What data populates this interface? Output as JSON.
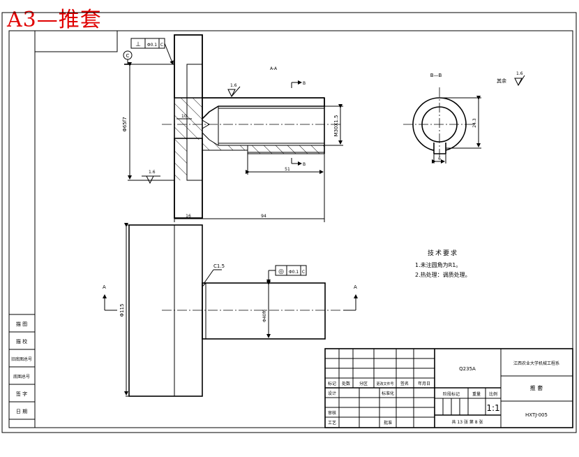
{
  "sheet": {
    "banner": "A3—推套",
    "code_box_value": ""
  },
  "view_top": {
    "section_label": "A-A",
    "section_b_label": "B",
    "section_b_label_2": "B",
    "dim_flange_dia": "Φ65f7",
    "dim_flange_thickness": "16",
    "dim_total_length": "94",
    "dim_thread_length": "51",
    "dim_small": "10",
    "thread_spec": "M30X1.5",
    "roughness_1": "1.6",
    "roughness_2": "1.6",
    "gdt_symbol": "⊥",
    "gdt_value": "Φ0.1",
    "gdt_datum": "C",
    "datum_label": "C"
  },
  "view_bb": {
    "section_label": "B—B",
    "dim_flat": "24.3",
    "dim_key": "6"
  },
  "roughness_rest": {
    "label": "其余",
    "value": "1.6"
  },
  "view_front": {
    "section_a_left": "A",
    "section_a_right": "A",
    "dim_left_dia": "Φ115",
    "dim_shaft_dia": "Φ40f6",
    "chamfer": "C1.5",
    "gdt_symbol": "◎",
    "gdt_value": "Φ0.1",
    "gdt_datum": "C"
  },
  "tech_requirements": {
    "title": "技术要求",
    "items": [
      "1.未注圆角为R1。",
      "2.热处理：调质处理。"
    ]
  },
  "left_strip": {
    "labels": [
      "描 图",
      "描 校",
      "旧底图总号",
      "底图总号",
      "签 字",
      "日 期"
    ]
  },
  "title_block": {
    "header_cells": [
      "标记",
      "处数",
      "分区",
      "更改文件号",
      "签名",
      "年月日"
    ],
    "row_design": "设计",
    "row_standard": "标准化",
    "row_check": "审核",
    "row_process": "工艺",
    "row_approve": "批准",
    "material": "Q235A",
    "school": "江西农业大学机械工程系",
    "part_name": "推 套",
    "stage_label": "阶段标记",
    "weight_label": "重量",
    "scale_label": "比例",
    "scale_value": "1:1",
    "sheets": "共 13 张  第 8 张",
    "drawing_no": "HXTJ-005"
  }
}
